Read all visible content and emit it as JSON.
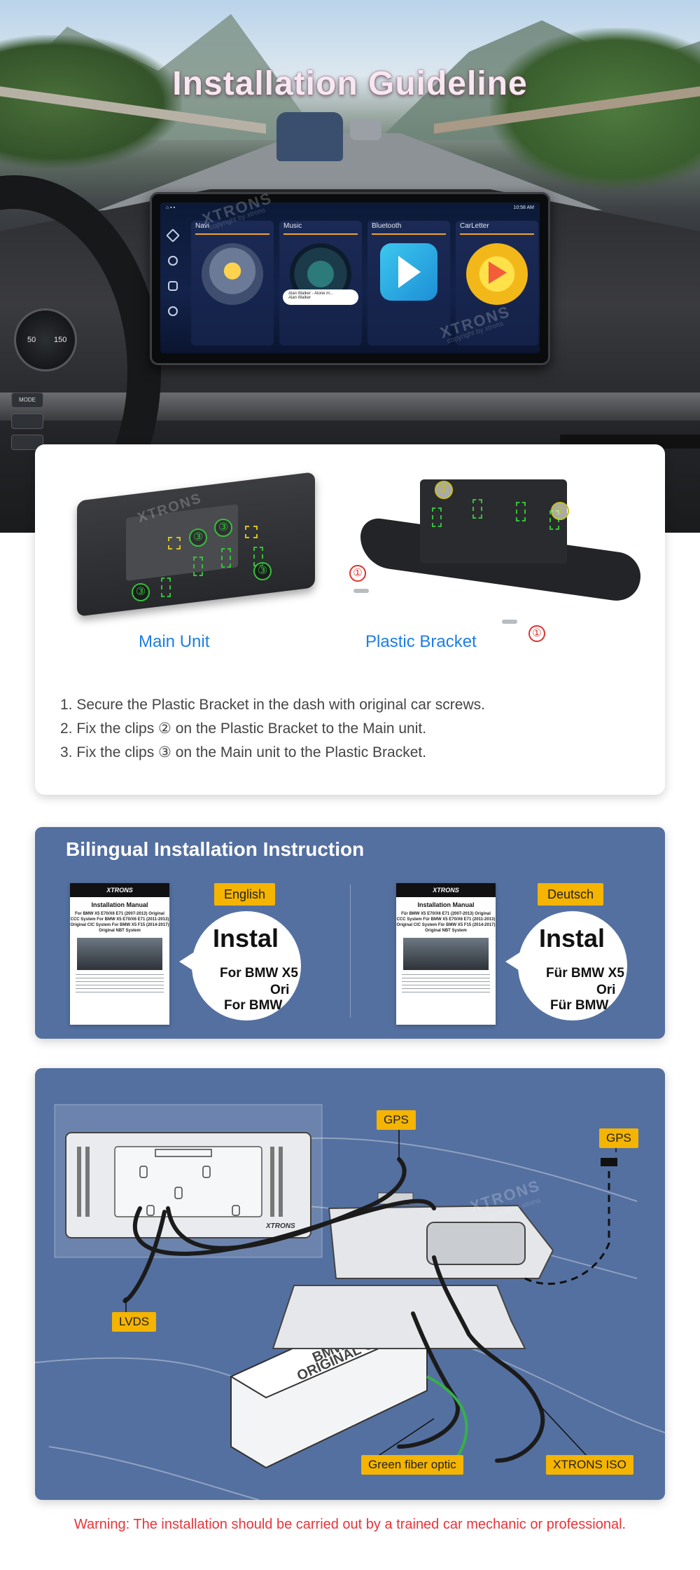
{
  "hero": {
    "title": "Installation Guideline",
    "watermark_brand": "XTRONS",
    "watermark_copy": "copyright by xtrons",
    "gauge_labels": [
      "50",
      "150"
    ],
    "buttons": [
      "MODE"
    ]
  },
  "screen": {
    "status_time": "10:58 AM",
    "apps": [
      {
        "label": "Navi",
        "icon": "navigation-pin-icon"
      },
      {
        "label": "Music",
        "icon": "music-disc-icon"
      },
      {
        "label": "Bluetooth",
        "icon": "bluetooth-icon"
      },
      {
        "label": "CarLetter",
        "icon": "play-icon"
      }
    ],
    "music_track": "Alan Walker - Alone m...",
    "music_artist": "Alan Walker",
    "sidebar_icons": [
      "navigation-arrow-icon",
      "play-circle-icon",
      "apps-grid-icon",
      "settings-gear-icon"
    ],
    "colors": {
      "accent": "#f0a32a",
      "background": "#13224a"
    }
  },
  "install": {
    "main_unit_label": "Main Unit",
    "bracket_label": "Plastic Bracket",
    "clip_marks": {
      "one": "①",
      "two": "②",
      "three": "③"
    },
    "steps": [
      "1. Secure the Plastic Bracket in the dash with original car screws.",
      "2. Fix the clips ② on the Plastic Bracket to the Main unit.",
      "3. Fix the clips ③ on the Main unit to the Plastic Bracket."
    ],
    "unit_brand": "XTRONS",
    "colors": {
      "label_blue": "#1c7ee4",
      "clip_green": "#35c03a",
      "clip_yellow": "#c7c01a",
      "clip_red": "#e0322e"
    }
  },
  "bilingual": {
    "title": "Bilingual Installation Instruction",
    "manuals": [
      {
        "brand": "XTRONS",
        "lang_badge": "English",
        "manual_title": "Installation Manual",
        "manual_sub": "For BMW X5 E70/X6 E71 (2007-2013) Original CCC System For BMW X5 E70/X6 E71 (2011-2013) Original CIC System For BMW X5 F15 (2014-2017) Original NBT System",
        "bubble_l1": "Instal",
        "bubble_l2": "For BMW X5",
        "bubble_l3": "Ori",
        "bubble_l4": "For BMW"
      },
      {
        "brand": "XTRONS",
        "lang_badge": "Deutsch",
        "manual_title": "Installation Manual",
        "manual_sub": "Für BMW X5 E70/X6 E71 (2007-2013) Original CCC System Für BMW X5 E70/X6 E71 (2011-2013) Original CIC System Für BMW X5 F15 (2014-2017) Original NBT System",
        "bubble_l1": "Instal",
        "bubble_l2": "Für BMW X5",
        "bubble_l3": "Ori",
        "bubble_l4": "Für BMW"
      }
    ],
    "colors": {
      "panel": "#5470a0",
      "badge": "#f4b400"
    }
  },
  "wiring": {
    "tags": {
      "gps_top": "GPS",
      "gps_right": "GPS",
      "lvds": "LVDS",
      "green_fiber": "Green fiber optic",
      "xtrons_iso": "XTRONS ISO"
    },
    "cd_label_1": "BMW",
    "cd_label_2": "ORIGINAL CD",
    "unit_brand": "XTRONS"
  },
  "warning": "Warning: The installation should be carried out by a trained car mechanic or professional."
}
